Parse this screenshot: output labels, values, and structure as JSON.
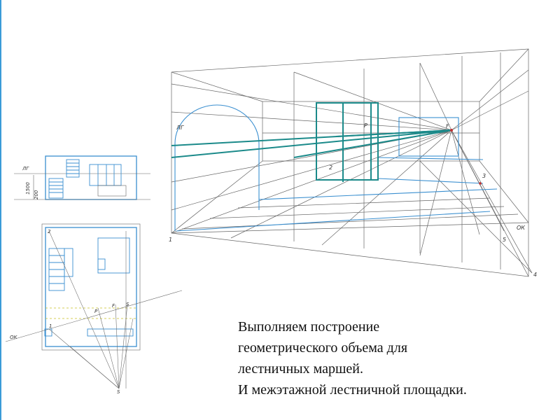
{
  "caption": {
    "line1": "Выполняем построение",
    "line2": "геометрического объема для",
    "line3": "лестничных маршей.",
    "line4": "И межэтажной лестничной площадки."
  },
  "labels": {
    "lg": "ЛГ",
    "ok": "ОК",
    "f": "F",
    "p": "P",
    "s": "S",
    "f_plan": "F",
    "one": "1",
    "two": "2",
    "three": "3",
    "four": "4",
    "five": "5",
    "dim_1500": "1500",
    "dim_200": "200"
  },
  "colors": {
    "accent_blue": "#3a8fd0",
    "teal": "#1b8a8a",
    "line": "#555555",
    "edge": "#3a9bd8"
  }
}
